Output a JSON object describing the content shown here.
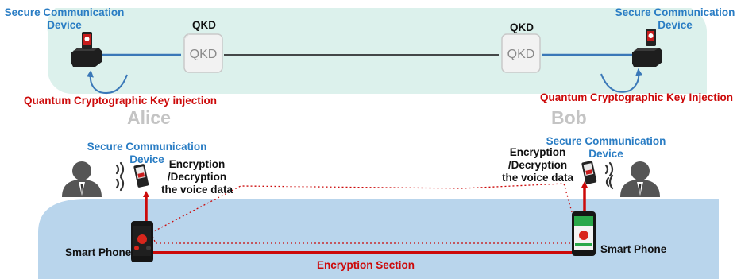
{
  "top": {
    "alice_device_label": [
      "Secure Communication",
      "Device"
    ],
    "bob_device_label": [
      "Secure Communication",
      "Device"
    ],
    "qkd_left_title": "QKD",
    "qkd_right_title": "QKD",
    "qkd_box_text": "QKD",
    "alice_injection": "Quantum Cryptographic Key injection",
    "bob_injection": "Quantum Cryptographic Key Injection",
    "alice_name": "Alice",
    "bob_name": "Bob"
  },
  "bottom": {
    "left_device_label": [
      "Secure Communication",
      "Device"
    ],
    "right_device_label": [
      "Secure Communication",
      "Device"
    ],
    "left_process": [
      "Encryption",
      "/Decryption",
      "the voice data"
    ],
    "right_process": [
      "Encryption",
      "/Decryption",
      "the voice data"
    ],
    "left_phone": "Smart Phone",
    "right_phone": "Smart Phone",
    "section_label": "Encryption Section"
  },
  "colors": {
    "top_band": "#dcf1ec",
    "bottom_band": "#b9d5ec",
    "label_blue": "#2a7dc4",
    "accent_red": "#cc0a0a",
    "link_blue": "#3a78b8"
  },
  "icons": [
    "secure-device-icon",
    "qkd-box-icon",
    "person-icon",
    "sound-waves-icon",
    "smartphone-icon"
  ]
}
